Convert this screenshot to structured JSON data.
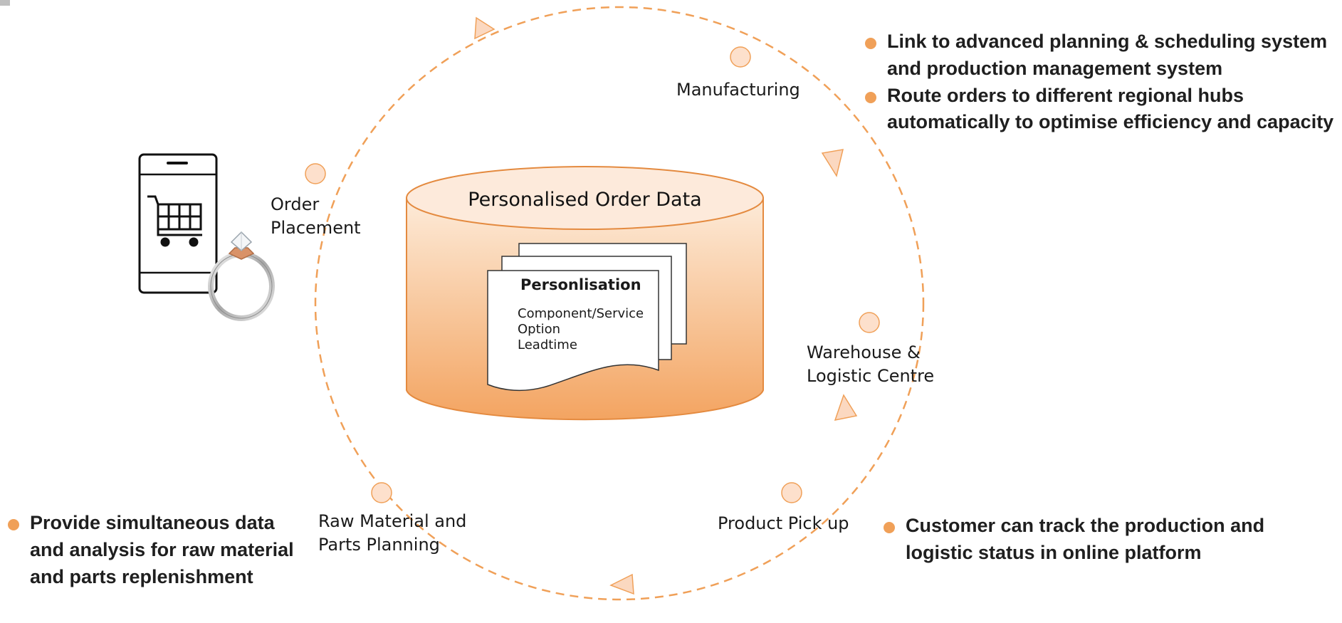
{
  "stages": {
    "manufacturing": "Manufacturing",
    "order_placement_line1": "Order",
    "order_placement_line2": "Placement",
    "warehouse_line1": "Warehouse &",
    "warehouse_line2": "Logistic Centre",
    "product_pickup": "Product Pick up",
    "raw_material_line1": "Raw Material and",
    "raw_material_line2": "Parts Planning"
  },
  "database": {
    "title": "Personalised Order Data",
    "doc_title": "Personlisation",
    "doc_lines": [
      "Component/Service",
      "Option",
      "Leadtime"
    ]
  },
  "notes": {
    "top_right": [
      "Link to advanced planning & scheduling system and production management system",
      "Route orders to different regional hubs automatically to optimise efficiency and capacity"
    ],
    "bottom_left": "Provide simultaneous data and analysis for raw material and parts replenishment",
    "bottom_right": "Customer can track the production and logistic status in online platform"
  },
  "colors": {
    "accent_orange": "#f0a058",
    "cycle_dash": "#f0a058",
    "cylinder_light": "#fde8d4",
    "cylinder_dark": "#f4a463"
  },
  "icons": [
    "smartphone-icon",
    "shopping-cart-icon",
    "diamond-ring-icon"
  ]
}
